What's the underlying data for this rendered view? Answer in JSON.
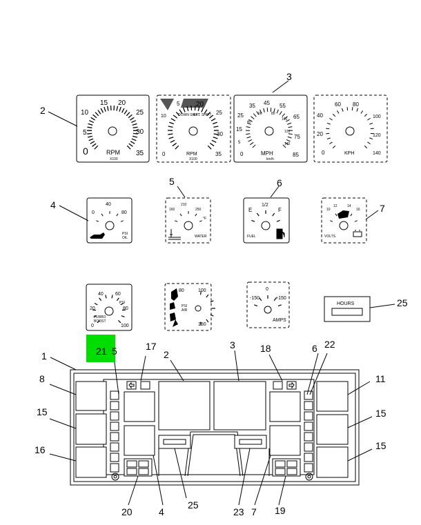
{
  "colors": {
    "highlight": "#00dd00",
    "line": "#000000",
    "background": "#ffffff"
  },
  "callouts": {
    "c2a": "2",
    "c3a": "3",
    "c4a": "4",
    "c5a": "5",
    "c6a": "6",
    "c7a": "7",
    "c25a": "25",
    "c1": "1",
    "c21": "21",
    "c5b": "5",
    "c17": "17",
    "c2b": "2",
    "c3b": "3",
    "c18": "18",
    "c6b": "6",
    "c22": "22",
    "c8": "8",
    "c11": "11",
    "c15a": "15",
    "c15b": "15",
    "c16": "16",
    "c15c": "15",
    "c20": "20",
    "c4b": "4",
    "c25b": "25",
    "c23": "23",
    "c7b": "7",
    "c19": "19"
  },
  "tach1": {
    "ticks": [
      "0",
      "5",
      "10",
      "15",
      "20",
      "25",
      "30",
      "35"
    ],
    "unit": "RPM",
    "sub": "X100"
  },
  "tach2": {
    "ticks": [
      "5",
      "10",
      "20",
      "25",
      "30",
      "35",
      "0"
    ],
    "unit": "RPM",
    "sub": "X100",
    "warn1": "DOWN SHIFT",
    "warn2": "EXT. SHIFT"
  },
  "speedo1": {
    "ticks": [
      "25",
      "35",
      "45",
      "55",
      "65",
      "75",
      "85",
      "15",
      "5",
      "0"
    ],
    "inner": [
      "40",
      "60",
      "80",
      "100",
      "120",
      "140"
    ],
    "unit": "MPH",
    "sub": "km/h"
  },
  "speedo2": {
    "ticks": [
      "0",
      "20",
      "40",
      "60",
      "80",
      "100",
      "120",
      "140"
    ],
    "unit": "KPH"
  },
  "oil": {
    "ticks": [
      "0",
      "40",
      "80"
    ],
    "unit": "PSI",
    "sub": "OIL"
  },
  "water": {
    "ticks": [
      "160",
      "210",
      "250"
    ],
    "unit": "WATER",
    "deg": "°F"
  },
  "fuel": {
    "e": "E",
    "half": "1/2",
    "f": "F",
    "label": "FUEL"
  },
  "volts": {
    "ticks": [
      "10",
      "12",
      "14",
      "16"
    ],
    "label": "VOLTS"
  },
  "boost": {
    "ticks": [
      "40",
      "60",
      "20",
      "80",
      "0",
      "100"
    ],
    "unit": "PSI",
    "l1": "TURBO",
    "l2": "BOOST"
  },
  "airp": {
    "ticks": [
      "80",
      "100",
      "150"
    ],
    "unit": "PSI",
    "sub": "AIR"
  },
  "amps": {
    "ticks": [
      "-150",
      "0",
      "+150"
    ],
    "unit": "AMPS"
  },
  "hours": {
    "label": "HOURS"
  }
}
